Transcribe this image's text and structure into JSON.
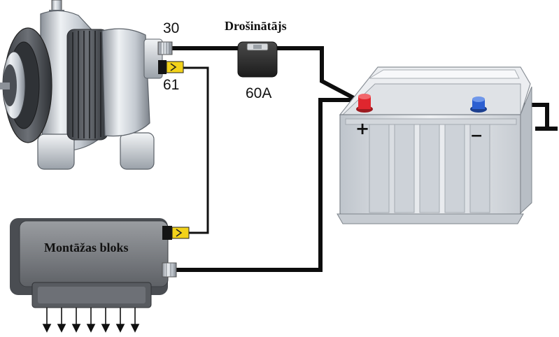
{
  "labels": {
    "terminal_30": "30",
    "terminal_61": "61",
    "fuse_title": "Drošinātājs",
    "fuse_rating": "60A",
    "module_title": "Montāžas bloks",
    "battery_plus": "+",
    "battery_minus": "−"
  },
  "colors": {
    "wire": "#0d0d0d",
    "connector_yellow": "#f2d21a",
    "terminal_red": "#e0262e",
    "terminal_blue": "#2c5fd1",
    "fuse_body": "#2e2e2e",
    "battery_case": "#d9dde3",
    "module_body": "#7a7d82"
  },
  "icons": {
    "ground": "ground-symbol-icon",
    "outputs": "down-arrow-icon"
  }
}
